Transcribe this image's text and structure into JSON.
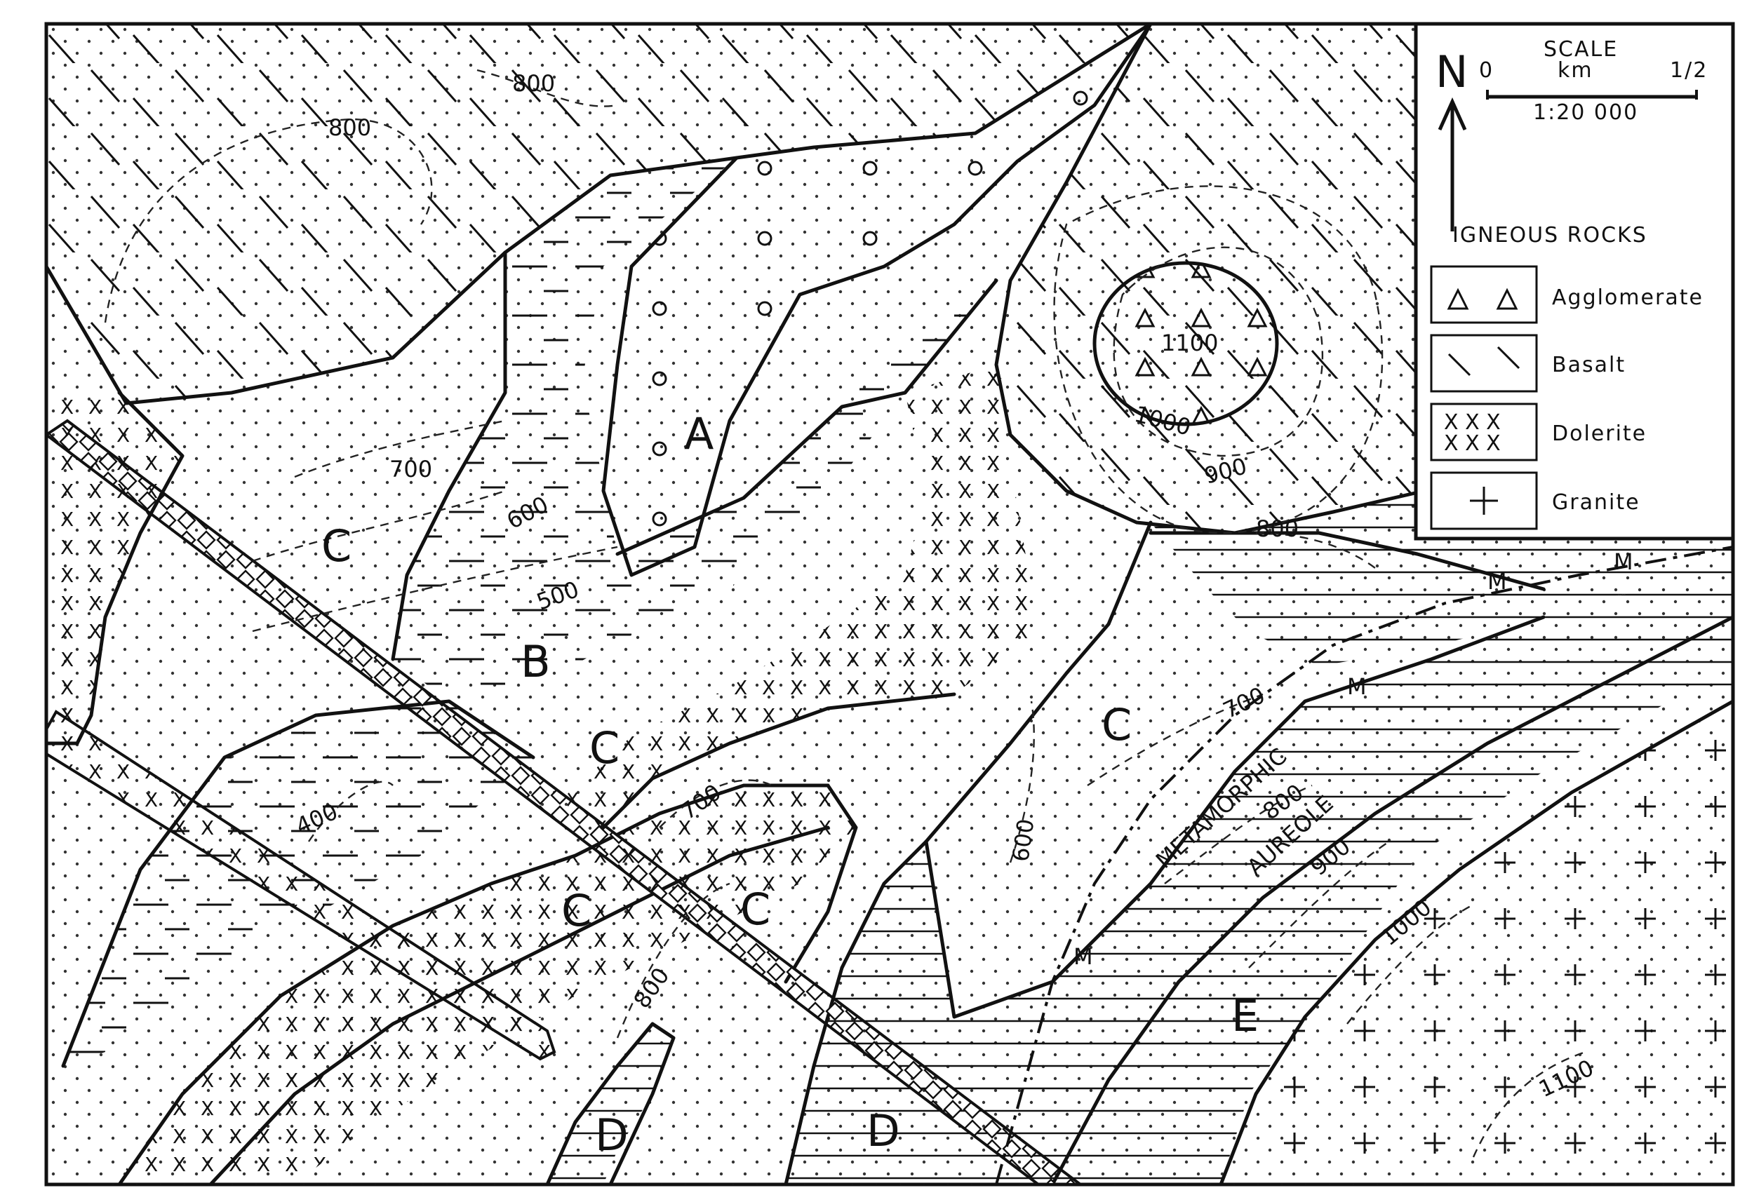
{
  "legend": {
    "north": "N",
    "scale_title": "SCALE",
    "scale_unit": "km",
    "scale_zero": "0",
    "scale_end": "1/2",
    "ratio": "1:20 000",
    "heading": "IGNEOUS ROCKS",
    "items": [
      {
        "label": "Agglomerate",
        "icon": "triangle-icon"
      },
      {
        "label": "Basalt",
        "icon": "dash-icon"
      },
      {
        "label": "Dolerite",
        "icon": "cross-x-icon"
      },
      {
        "label": "Granite",
        "icon": "plus-icon"
      }
    ]
  },
  "units": {
    "a": "A",
    "b": "B",
    "c": "C",
    "d": "D",
    "e": "E"
  },
  "aureole": {
    "line1": "METAMORPHIC",
    "line2": "AUREOLE",
    "marker": "M"
  },
  "contours": {
    "c400": "400",
    "c500": "500",
    "c600": "600",
    "c700": "700",
    "c800": "800",
    "c900": "900",
    "c1000": "1000",
    "c1100": "1100"
  },
  "colors": {
    "ink": "#111111",
    "paper": "#ffffff"
  }
}
